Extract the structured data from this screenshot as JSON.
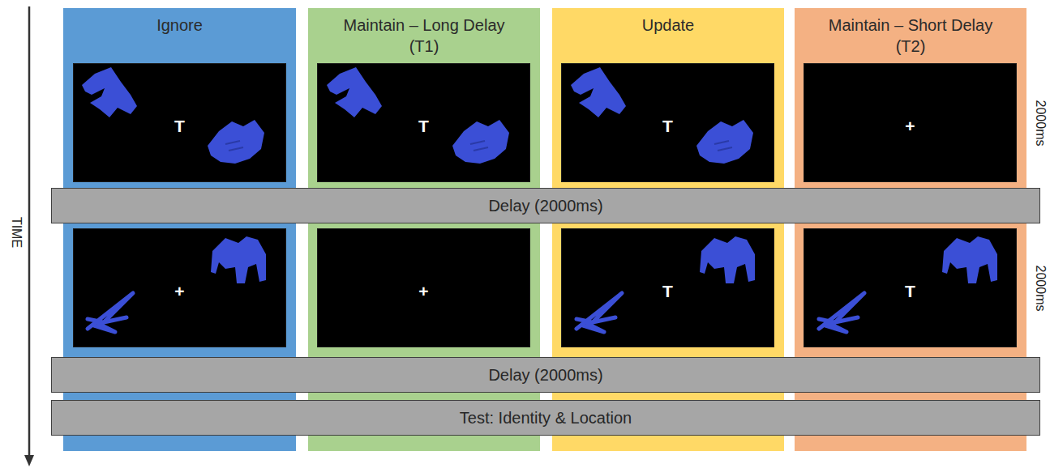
{
  "diagram": {
    "nodes": [
      {
        "text": [
          "Ignore"
        ]
      },
      {
        "text": [
          "T"
        ],
        "in": 0
      },
      {
        "text": [
          "+"
        ],
        "in": 0
      },
      {
        "text": [
          "Maintain – Long Delay (T1)"
        ]
      },
      {
        "text": [
          "T"
        ],
        "in": 3
      },
      {
        "text": [
          "+"
        ],
        "in": 3
      },
      {
        "text": [
          "Update"
        ]
      },
      {
        "text": [
          "T"
        ],
        "in": 6
      },
      {
        "text": [
          "T"
        ],
        "in": 6
      },
      {
        "text": [
          "Maintain – Short Delay (T2)"
        ]
      },
      {
        "text": [
          "+"
        ],
        "in": 9
      },
      {
        "text": [
          "T"
        ],
        "in": 9
      },
      {
        "text": [
          "Delay (2000ms)"
        ]
      },
      {
        "text": [
          "Delay (2000ms)"
        ]
      },
      {
        "text": [
          "Test: Identity & Location"
        ]
      }
    ],
    "labels": [
      "TIME",
      "2000ms",
      "2000ms"
    ]
  }
}
